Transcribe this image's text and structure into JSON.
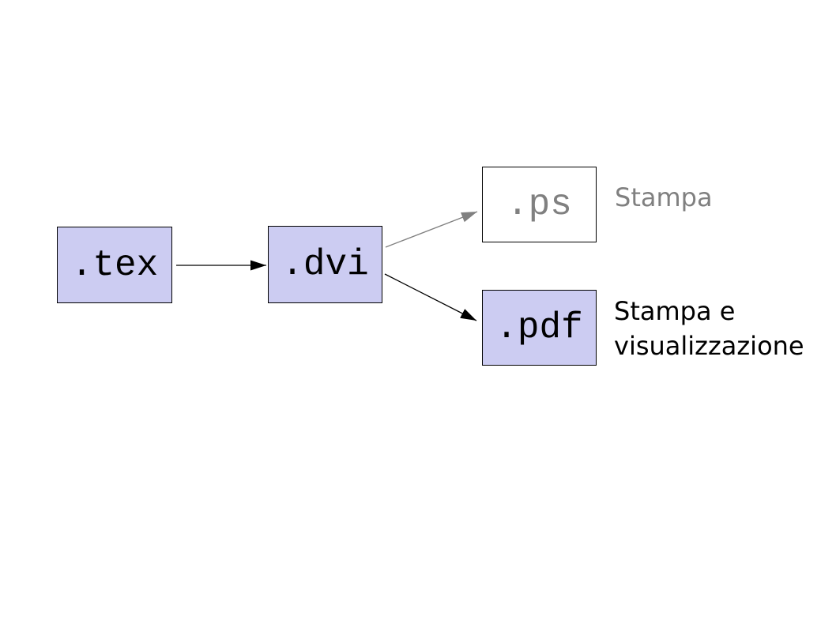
{
  "slide": {
    "background": "#ffffff"
  },
  "colors": {
    "background": "#ffffff",
    "node_fill": "#ccccf2",
    "node_border": "#000000",
    "muted_gray": "#808080",
    "text_black": "#000000"
  },
  "diagram": {
    "nodes": [
      {
        "id": "tex",
        "label": ".tex",
        "fill": "lavender",
        "text_color": "black"
      },
      {
        "id": "dvi",
        "label": ".dvi",
        "fill": "lavender",
        "text_color": "black"
      },
      {
        "id": "ps",
        "label": ".ps",
        "fill": "white",
        "text_color": "gray"
      },
      {
        "id": "pdf",
        "label": ".pdf",
        "fill": "lavender",
        "text_color": "black"
      }
    ],
    "edges": [
      {
        "from": "tex",
        "to": "dvi",
        "color": "black"
      },
      {
        "from": "dvi",
        "to": "ps",
        "color": "gray"
      },
      {
        "from": "dvi",
        "to": "pdf",
        "color": "black"
      }
    ],
    "annotations": [
      {
        "node": "ps",
        "lines": [
          "Stampa"
        ],
        "color": "gray"
      },
      {
        "node": "pdf",
        "lines": [
          "Stampa e",
          "visualizzazione"
        ],
        "color": "black"
      }
    ]
  }
}
